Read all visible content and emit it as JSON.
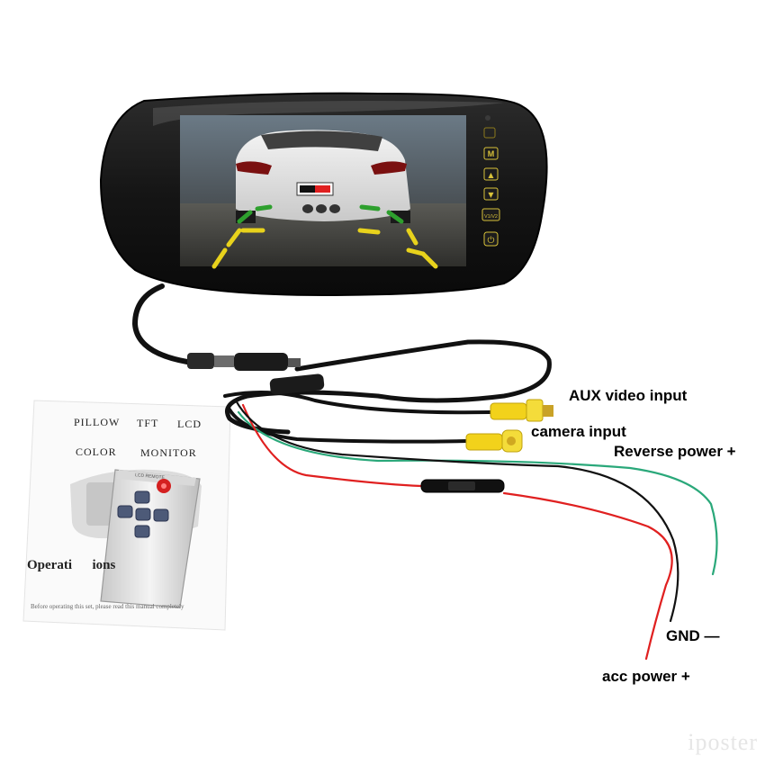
{
  "manual": {
    "line1_a": "PILLOW",
    "line1_b": "TFT",
    "line1_c": "LCD",
    "line2_a": "COLOR",
    "line2_b": "MONITOR",
    "heading": "Operati      ions",
    "footnote": "Before operating this set, please read this manual completely"
  },
  "remote": {
    "label": "LCD REMOTE"
  },
  "monitor": {
    "buttons": [
      "M",
      "▲",
      "▼",
      "V1/V2",
      "⏻"
    ]
  },
  "labels": {
    "aux": "AUX video input",
    "camera": "camera input",
    "reverse": "Reverse power +",
    "gnd": "GND —",
    "acc": "acc power +"
  },
  "watermark": "iposter",
  "colors": {
    "wire_green": "#2aa87a",
    "wire_red": "#e02020",
    "wire_black": "#111111",
    "rca_yellow": "#f2d21b",
    "button_text": "#d8c23a"
  }
}
